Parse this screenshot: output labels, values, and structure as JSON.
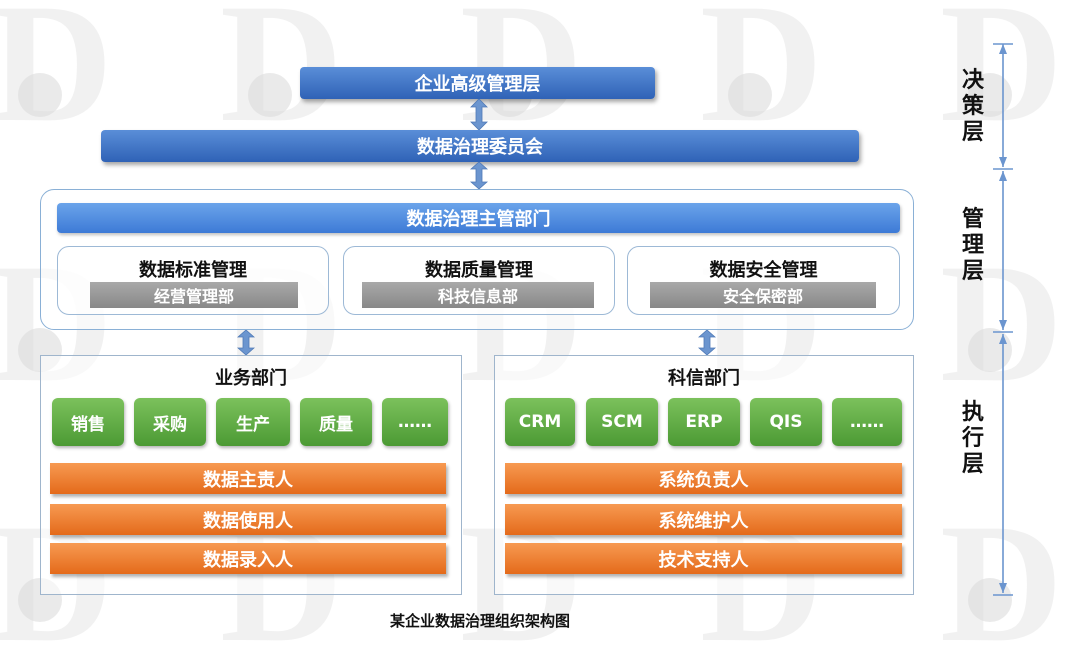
{
  "top": {
    "senior_mgmt": "企业高级管理层",
    "committee": "数据治理委员会"
  },
  "management": {
    "header": "数据治理主管部门",
    "cards": [
      {
        "title": "数据标准管理",
        "dept": "经营管理部"
      },
      {
        "title": "数据质量管理",
        "dept": "科技信息部"
      },
      {
        "title": "数据安全管理",
        "dept": "安全保密部"
      }
    ]
  },
  "business": {
    "title": "业务部门",
    "items": [
      "销售",
      "采购",
      "生产",
      "质量",
      "……"
    ],
    "roles": [
      "数据主责人",
      "数据使用人",
      "数据录入人"
    ]
  },
  "tech": {
    "title": "科信部门",
    "items": [
      "CRM",
      "SCM",
      "ERP",
      "QIS",
      "……"
    ],
    "roles": [
      "系统负责人",
      "系统维护人",
      "技术支持人"
    ]
  },
  "layers": {
    "decision": "决策层",
    "management": "管理层",
    "execution": "执行层"
  },
  "caption": "某企业数据治理组织架构图",
  "colors": {
    "blue_dark": "#2f62b6",
    "blue_light": "#3d7ad6",
    "green": "#4c9a34",
    "orange": "#e46a1a",
    "gray": "#888888",
    "arrow": "#6b95cf"
  }
}
